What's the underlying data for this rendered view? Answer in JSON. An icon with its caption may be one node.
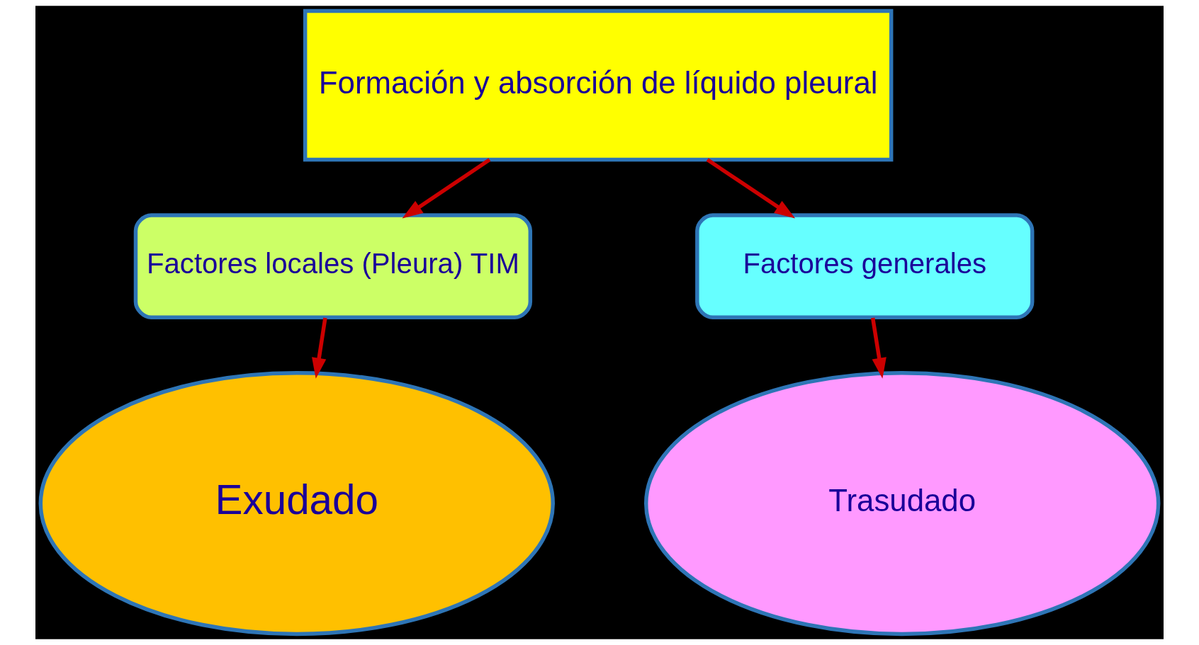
{
  "diagram": {
    "nodes": [
      {
        "text": [
          "Formación y absorción de líquido pleural"
        ]
      },
      {
        "text": [
          "Factores locales (Pleura) TIM"
        ]
      },
      {
        "text": [
          "Factores generales"
        ]
      },
      {
        "text": [
          "Exudado"
        ]
      },
      {
        "text": [
          "Trasudado"
        ]
      }
    ],
    "edges": [
      {
        "from": 0,
        "to": 1,
        "arrow": "to"
      },
      {
        "from": 0,
        "to": 2,
        "arrow": "to"
      },
      {
        "from": 1,
        "to": 3,
        "arrow": "to"
      },
      {
        "from": 2,
        "to": 4,
        "arrow": "to"
      }
    ]
  }
}
